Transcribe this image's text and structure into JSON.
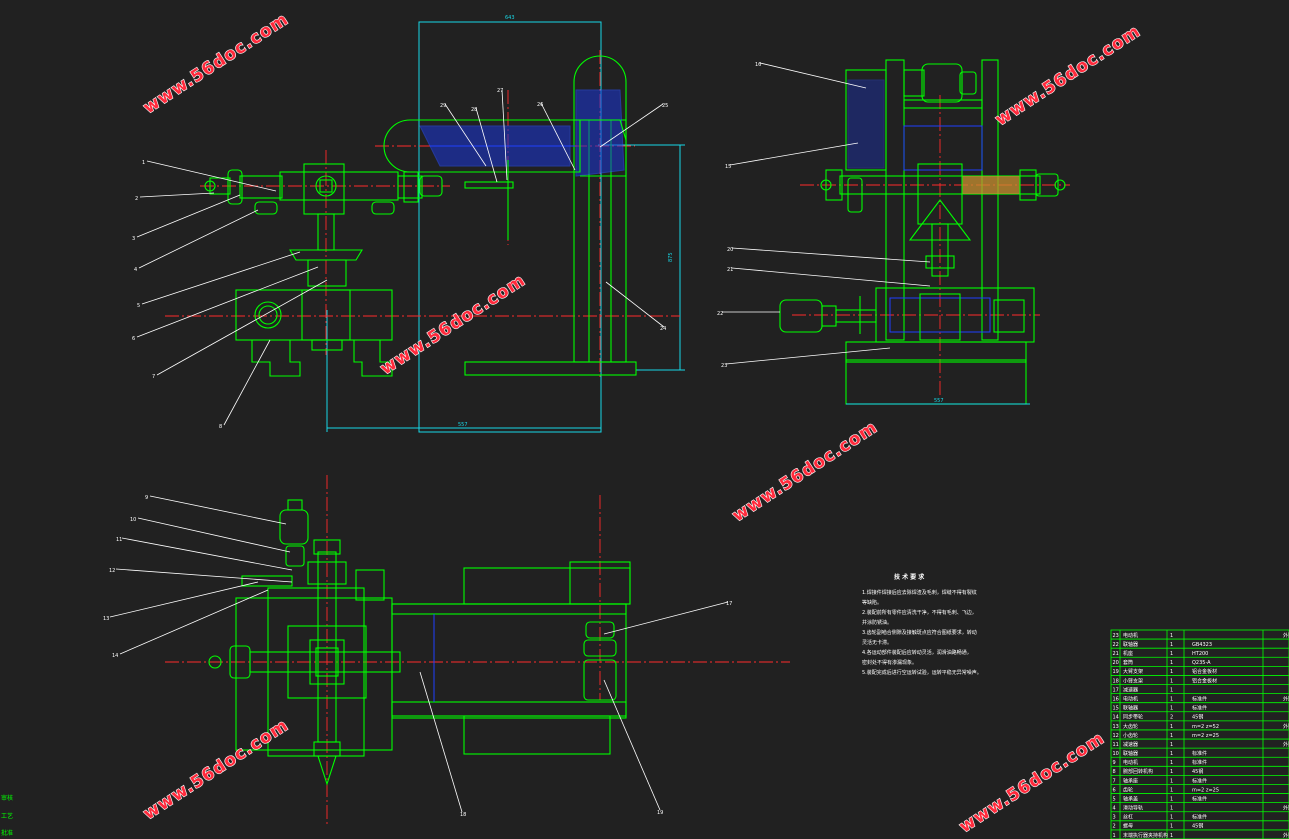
{
  "drawing": {
    "background": "#212121",
    "line_color": "#00ff00",
    "centerline_color": "#ff2a2a",
    "dimension_color": "#18d8e6",
    "hidden_color": "#2040ff"
  },
  "watermark": "www.56doc.com",
  "views": {
    "front": {
      "dims": {
        "top": "643",
        "height": "875",
        "bottom": "557"
      },
      "leaders": [
        "1",
        "2",
        "3",
        "4",
        "5",
        "6",
        "7",
        "8",
        "25",
        "26",
        "27",
        "28",
        "29",
        "24"
      ]
    },
    "side": {
      "dims": {
        "bottom": "557"
      },
      "leaders": [
        "16",
        "15",
        "20",
        "21",
        "22",
        "23"
      ]
    },
    "top": {
      "leaders": [
        "9",
        "10",
        "11",
        "12",
        "13",
        "14",
        "17",
        "18",
        "19"
      ]
    }
  },
  "tech_notes": {
    "title": "技  术  要  求",
    "lines": [
      "1.焊接件焊接后应去除焊渣及毛刺，焊缝不得有裂纹",
      "  等缺陷。",
      "2.装配前所有零件应清洗干净，不得有毛刺、飞边，",
      "  并涂防锈油。",
      "3.齿轮副啮合侧隙及接触斑点应符合图纸要求，转动",
      "  灵活无卡滞。",
      "4.各运动部件装配后应转动灵活，润滑油路畅通，",
      "  密封处不得有渗漏现象。",
      "5.装配完成后进行空运转试验，运转平稳无异常噪声。"
    ]
  },
  "bom": [
    {
      "no": "23",
      "name": "电动机",
      "qty": "1",
      "mat": "",
      "note": "外购"
    },
    {
      "no": "22",
      "name": "联轴器",
      "qty": "1",
      "mat": "GB4323",
      "note": ""
    },
    {
      "no": "21",
      "name": "机座",
      "qty": "1",
      "mat": "HT200",
      "note": ""
    },
    {
      "no": "20",
      "name": "套筒",
      "qty": "1",
      "mat": "Q235-A",
      "note": ""
    },
    {
      "no": "19",
      "name": "大臂支架",
      "qty": "1",
      "mat": "铝合金板材",
      "note": ""
    },
    {
      "no": "18",
      "name": "小臂支架",
      "qty": "1",
      "mat": "铝合金板材",
      "note": ""
    },
    {
      "no": "17",
      "name": "减速器",
      "qty": "1",
      "mat": "",
      "note": ""
    },
    {
      "no": "16",
      "name": "电动机",
      "qty": "1",
      "mat": "标准件",
      "note": "外购"
    },
    {
      "no": "15",
      "name": "联轴器",
      "qty": "1",
      "mat": "标准件",
      "note": ""
    },
    {
      "no": "14",
      "name": "同步带轮",
      "qty": "2",
      "mat": "45钢",
      "note": ""
    },
    {
      "no": "13",
      "name": "大齿轮",
      "qty": "1",
      "mat": "m=2 z=52",
      "note": "外购"
    },
    {
      "no": "12",
      "name": "小齿轮",
      "qty": "1",
      "mat": "m=2 z=25",
      "note": ""
    },
    {
      "no": "11",
      "name": "减速器",
      "qty": "1",
      "mat": "",
      "note": "外购"
    },
    {
      "no": "10",
      "name": "联轴器",
      "qty": "1",
      "mat": "标准件",
      "note": ""
    },
    {
      "no": "9",
      "name": "电动机",
      "qty": "1",
      "mat": "标准件",
      "note": ""
    },
    {
      "no": "8",
      "name": "腕部回转机构",
      "qty": "1",
      "mat": "45钢",
      "note": ""
    },
    {
      "no": "7",
      "name": "轴承座",
      "qty": "1",
      "mat": "标准件",
      "note": ""
    },
    {
      "no": "6",
      "name": "齿轮",
      "qty": "1",
      "mat": "m=2 z=25",
      "note": ""
    },
    {
      "no": "5",
      "name": "轴承盖",
      "qty": "1",
      "mat": "标准件",
      "note": ""
    },
    {
      "no": "4",
      "name": "滑动导轨",
      "qty": "1",
      "mat": "",
      "note": "外购"
    },
    {
      "no": "3",
      "name": "丝杠",
      "qty": "1",
      "mat": "标准件",
      "note": ""
    },
    {
      "no": "2",
      "name": "螺母",
      "qty": "1",
      "mat": "45钢",
      "note": ""
    },
    {
      "no": "1",
      "name": "末端执行器夹持机构",
      "qty": "1",
      "mat": "",
      "note": "外购"
    }
  ],
  "corner_marks": [
    "审核",
    "工艺",
    "批准"
  ]
}
